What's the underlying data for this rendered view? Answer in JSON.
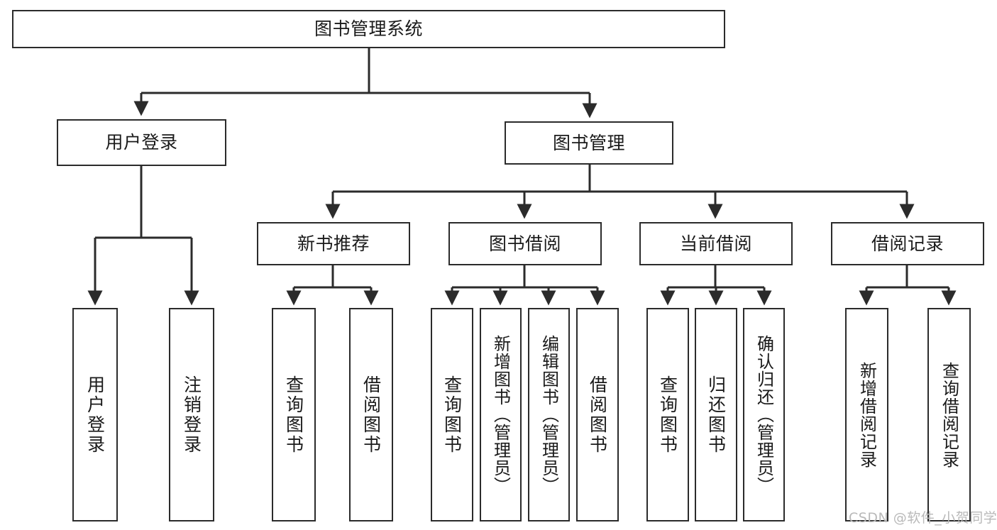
{
  "diagram": {
    "title": "图书管理系统",
    "type": "hierarchy-tree",
    "orientation": "top-down",
    "colors": {
      "box_stroke": "#2b2b2b",
      "box_fill": "#ffffff",
      "edge": "#2b2b2b",
      "text": "#1a1a1a",
      "watermark": "#b9b9b9",
      "background": "#ffffff"
    },
    "levels": {
      "level0": [
        "图书管理系统"
      ],
      "level1": [
        "用户登录",
        "图书管理"
      ],
      "level2": [
        "新书推荐",
        "图书借阅",
        "当前借阅",
        "借阅记录"
      ],
      "level3": [
        "用户登录",
        "注销登录",
        "查询图书",
        "借阅图书",
        "查询图书",
        "新增图书（管理员）",
        "编辑图书（管理员）",
        "借阅图书",
        "查询图书",
        "归还图书",
        "确认归还（管理员）",
        "新增借阅记录",
        "查询借阅记录"
      ]
    },
    "nodes": {
      "root": {
        "label": "图书管理系统"
      },
      "user_login": {
        "label": "用户登录"
      },
      "book_manage": {
        "label": "图书管理"
      },
      "new_book_rec": {
        "label": "新书推荐"
      },
      "book_borrow": {
        "label": "图书借阅"
      },
      "current_borrow": {
        "label": "当前借阅"
      },
      "borrow_record": {
        "label": "借阅记录"
      },
      "leaf_user_login": {
        "label": "用户登录"
      },
      "leaf_logout": {
        "label": "注销登录"
      },
      "leaf_query_book_1": {
        "label": "查询图书"
      },
      "leaf_borrow_book_1": {
        "label": "借阅图书"
      },
      "leaf_query_book_2": {
        "label": "查询图书"
      },
      "leaf_add_book_admin": {
        "label": "新增图书（管理员）"
      },
      "leaf_edit_book_admin": {
        "label": "编辑图书（管理员）"
      },
      "leaf_borrow_book_2": {
        "label": "借阅图书"
      },
      "leaf_query_book_3": {
        "label": "查询图书"
      },
      "leaf_return_book": {
        "label": "归还图书"
      },
      "leaf_confirm_return_admin": {
        "label": "确认归还（管理员）"
      },
      "leaf_add_borrow_record": {
        "label": "新增借阅记录"
      },
      "leaf_query_borrow_record": {
        "label": "查询借阅记录"
      }
    },
    "edges": [
      {
        "from": "root",
        "to": "user_login"
      },
      {
        "from": "root",
        "to": "book_manage"
      },
      {
        "from": "user_login",
        "to": "leaf_user_login"
      },
      {
        "from": "user_login",
        "to": "leaf_logout"
      },
      {
        "from": "book_manage",
        "to": "new_book_rec"
      },
      {
        "from": "book_manage",
        "to": "book_borrow"
      },
      {
        "from": "book_manage",
        "to": "current_borrow"
      },
      {
        "from": "book_manage",
        "to": "borrow_record"
      },
      {
        "from": "new_book_rec",
        "to": "leaf_query_book_1"
      },
      {
        "from": "new_book_rec",
        "to": "leaf_borrow_book_1"
      },
      {
        "from": "book_borrow",
        "to": "leaf_query_book_2"
      },
      {
        "from": "book_borrow",
        "to": "leaf_add_book_admin"
      },
      {
        "from": "book_borrow",
        "to": "leaf_edit_book_admin"
      },
      {
        "from": "book_borrow",
        "to": "leaf_borrow_book_2"
      },
      {
        "from": "current_borrow",
        "to": "leaf_query_book_3"
      },
      {
        "from": "current_borrow",
        "to": "leaf_return_book"
      },
      {
        "from": "current_borrow",
        "to": "leaf_confirm_return_admin"
      },
      {
        "from": "borrow_record",
        "to": "leaf_add_borrow_record"
      },
      {
        "from": "borrow_record",
        "to": "leaf_query_borrow_record"
      }
    ]
  },
  "watermark": {
    "text": "CSDN @软件_小贺同学"
  }
}
